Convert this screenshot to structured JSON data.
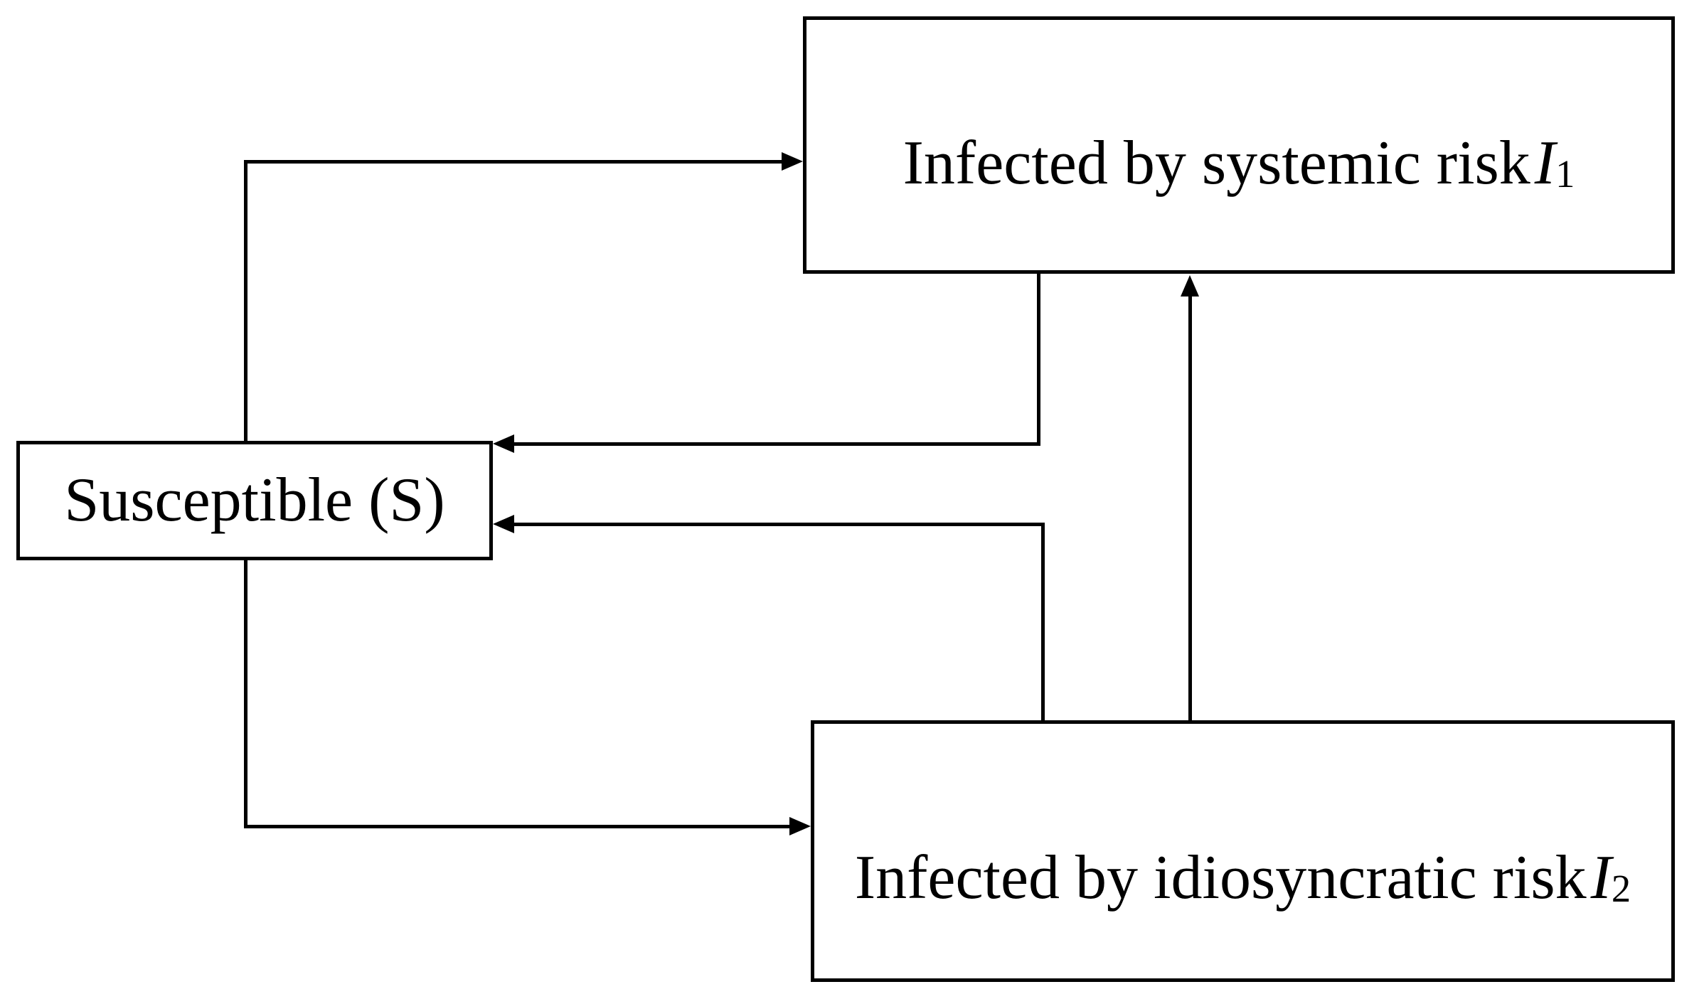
{
  "diagram": {
    "type": "flow-diagram",
    "background_color": "#ffffff",
    "line_color": "#000000",
    "box_fill_color": "#ffffff",
    "boxes": [
      {
        "id": "infected-systemic",
        "label": "Infected by systemic risk",
        "symbol": "I",
        "subscript": "1"
      },
      {
        "id": "susceptible",
        "label": "Susceptible (S)",
        "symbol": "",
        "subscript": ""
      },
      {
        "id": "infected-idiosyncratic",
        "label": "Infected by idiosyncratic risk",
        "symbol": "I",
        "subscript": "2"
      }
    ],
    "edges": [
      {
        "from": "susceptible",
        "to": "infected-systemic",
        "style": "elbow",
        "arrowhead": "right"
      },
      {
        "from": "infected-systemic",
        "to": "susceptible",
        "style": "elbow",
        "arrowhead": "left"
      },
      {
        "from": "infected-idiosyncratic",
        "to": "susceptible",
        "style": "elbow",
        "arrowhead": "left"
      },
      {
        "from": "susceptible",
        "to": "infected-idiosyncratic",
        "style": "elbow",
        "arrowhead": "right"
      },
      {
        "from": "infected-idiosyncratic",
        "to": "infected-systemic",
        "style": "straight-vertical",
        "arrowhead": "up"
      }
    ]
  }
}
